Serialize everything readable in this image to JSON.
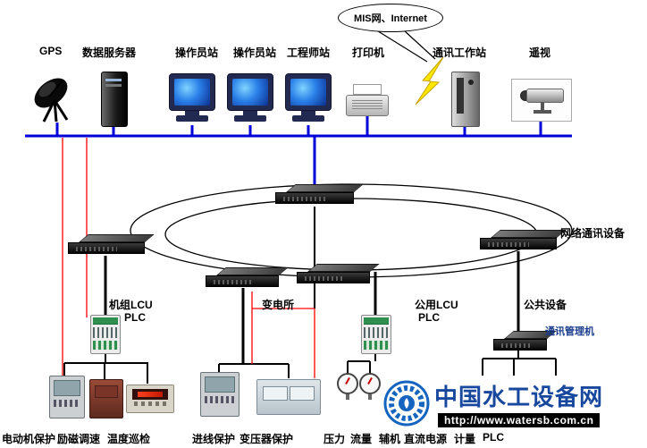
{
  "cloud": {
    "label": "MIS网、Internet"
  },
  "top_devices": [
    {
      "label": "GPS"
    },
    {
      "label": "数据服务器"
    },
    {
      "label": "操作员站"
    },
    {
      "label": "操作员站"
    },
    {
      "label": "工程师站"
    },
    {
      "label": "打印机"
    },
    {
      "label": "通讯工作站"
    },
    {
      "label": "遥视"
    }
  ],
  "network": {
    "label": "网络通讯设备"
  },
  "sections": {
    "unit_lcu": {
      "title": "机组LCU",
      "subtitle": "PLC"
    },
    "substation": {
      "title": "变电所"
    },
    "common_lcu": {
      "title": "公用LCU",
      "subtitle": "PLC"
    },
    "common_equipment": {
      "title": "公共设备",
      "manager": "通讯管理机"
    }
  },
  "bottom_labels": [
    "电动机保护",
    "励磁调速",
    "温度巡检",
    "进线保护",
    "变压器保护",
    "压力",
    "流量",
    "辅机",
    "直流电源",
    "计量",
    "PLC"
  ],
  "watermark": {
    "title": "中国水工设备网",
    "url": "http://www.watersb.com.cn"
  },
  "colors": {
    "bus": "#0000d8",
    "red_line": "#ff0000",
    "black_line": "#000000",
    "accent_blue": "#17489e"
  }
}
